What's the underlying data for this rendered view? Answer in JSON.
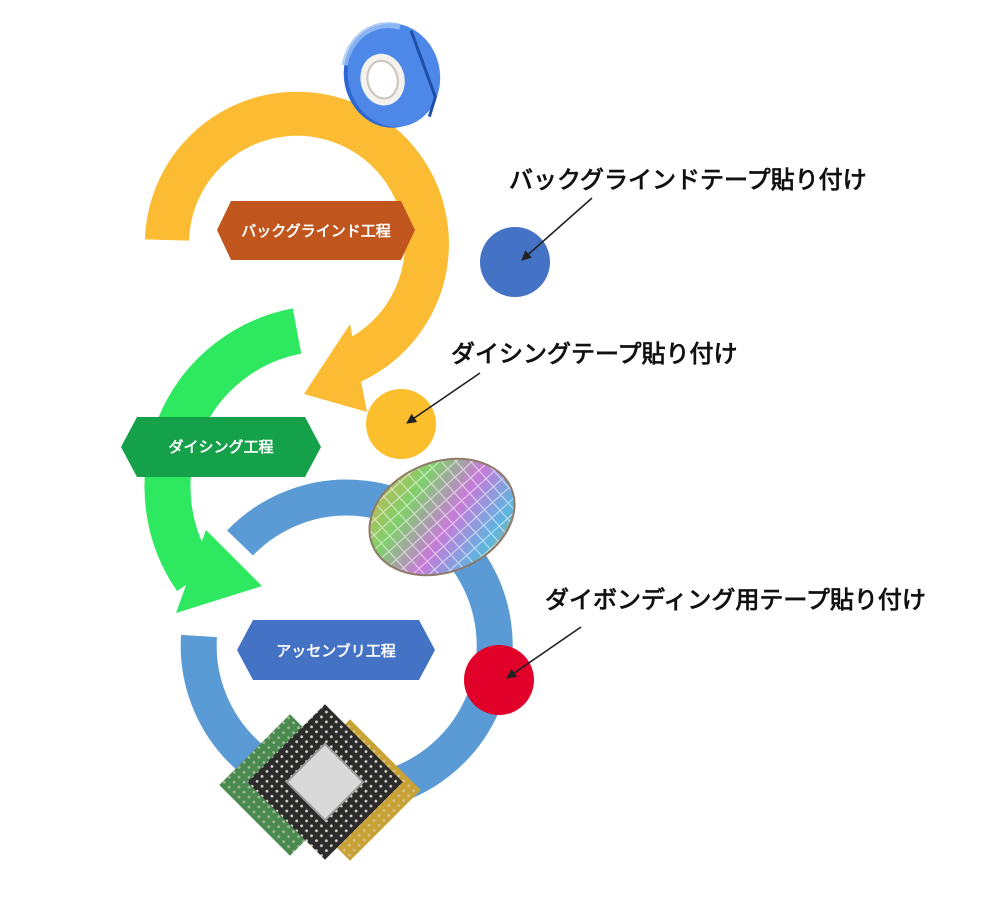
{
  "steps": [
    {
      "label": "バックグラインド工程",
      "color": "#c0561e"
    },
    {
      "label": "ダイシング工程",
      "color": "#14a14a"
    },
    {
      "label": "アッセンブリ工程",
      "color": "#4472c4"
    }
  ],
  "callouts": [
    {
      "label": "バックグラインドテープ貼り付け",
      "dot_color": "#4472c4"
    },
    {
      "label": "ダイシングテープ貼り付け",
      "dot_color": "#fbbf2e"
    },
    {
      "label": "ダイボンディング用テープ貼り付け",
      "dot_color": "#e0002a"
    }
  ],
  "arc_colors": {
    "backgrind": "#fbbc33",
    "dicing": "#2ee860",
    "assembly": "#5a9bd5"
  },
  "icons": [
    "tape-roll-icon",
    "silicon-wafer-icon",
    "ic-chip-package-icon"
  ]
}
